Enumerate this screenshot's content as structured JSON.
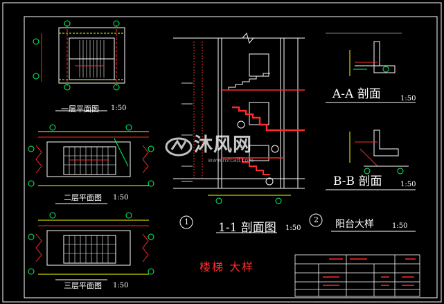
{
  "drawing": {
    "sheet_title": "楼梯  大样",
    "plans": [
      {
        "title": "一层平面图",
        "scale": "1:50"
      },
      {
        "title": "二层平面图",
        "scale": "1:50"
      },
      {
        "title": "三层平面图",
        "scale": "1:50"
      }
    ],
    "section": {
      "marker": "1",
      "title": "1-1  剖面图",
      "scale": "1:50"
    },
    "details": [
      {
        "title": "A-A  剖面",
        "scale": "1:50"
      },
      {
        "title": "B-B  剖面",
        "scale": "1:50"
      },
      {
        "marker": "2",
        "title": "阳台大样",
        "scale": "1:50"
      }
    ]
  },
  "watermark": {
    "text": "沐风网",
    "subtext": "www.mfcad.com"
  },
  "colors": {
    "background": "#000000",
    "lines": "#ffffff",
    "annotation": "#ff2a2a",
    "accent": "#00ff66",
    "dims": "#ffff00"
  }
}
